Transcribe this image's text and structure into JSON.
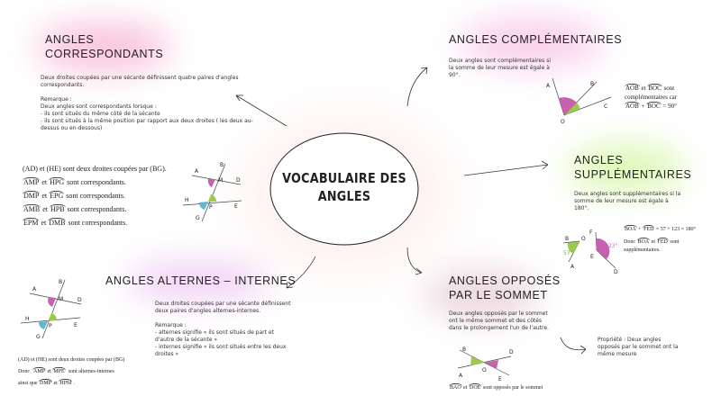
{
  "center": {
    "title_line1": "VOCABULAIRE DES",
    "title_line2": "ANGLES"
  },
  "correspondants": {
    "title_line1": "ANGLES",
    "title_line2": "CORRESPONDANTS",
    "definition": "Deux droites coupées par une sécante définissent quatre paires d'angles correspondants.",
    "remark_title": "Remarque :",
    "remark_intro": "Deux angles sont correspondants lorsque :",
    "remark_1": "- ils sont situés du même côté de la sécante",
    "remark_2": "- ils sont situés à la même position par rapport aux deux droites ( les deux au-dessus ou en-dessous)",
    "example_intro": "(AD) et (HE) sont deux droites coupées par (BG).",
    "pairs": [
      {
        "a": "AMP",
        "b": "HPG"
      },
      {
        "a": "DMP",
        "b": "EPG"
      },
      {
        "a": "AMB",
        "b": "HPB"
      },
      {
        "a": "EPM",
        "b": "DMB"
      }
    ],
    "et": "et",
    "pair_suffix": "sont correspondants.",
    "labels": [
      "A",
      "B",
      "M",
      "D",
      "H",
      "P",
      "E",
      "G"
    ]
  },
  "complementaires": {
    "title": "ANGLES COMPLÉMENTAIRES",
    "definition": "Deux angles sont complémentaires si la somme de leur mesure est égale à 90°.",
    "angle1": "AOB",
    "angle2": "BOC",
    "et": "et",
    "sont": "sont",
    "car": "complémentaires car",
    "plus": "+",
    "result": "= 90°",
    "labels": [
      "A",
      "B",
      "C",
      "O"
    ]
  },
  "supplementaires": {
    "title_line1": "ANGLES",
    "title_line2": "SUPPLÉMENTAIRES",
    "definition": "Deux angles sont supplémentaires si la somme de leur mesure est égale à 180°.",
    "angle1": "BOA",
    "angle2": "FED",
    "plus": "+",
    "sum": "= 57 + 123 = 180°",
    "donc": "Donc",
    "et": "et",
    "sont": "sont",
    "conclusion": "supplémentaires.",
    "value1": "57°",
    "value2": "123°",
    "labels": [
      "B",
      "O",
      "A",
      "F",
      "E",
      "D"
    ]
  },
  "alternes": {
    "title": "ANGLES ALTERNES – INTERNES",
    "definition": "Deux droites coupées par une sécante définissent deux paires d'angles alternes-internes.",
    "remark_title": "Remarque :",
    "remark_1": "- alternes signifie « ils sont situés de part et d'autre de la sécante »",
    "remark_2": "- internes signifie « ils sont situés entre les deux droites »",
    "example_intro": "(AD) et (HE) sont deux droites coupées par (BG)",
    "donc": "Donc",
    "angle1": "AMP",
    "et": "et",
    "angle2": "MPE",
    "suffix": "sont alternes-internes",
    "ainsi": "ainsi que",
    "angle3": "DMP",
    "angle4": "HPM",
    "end": ".",
    "labels": [
      "A",
      "B",
      "M",
      "D",
      "H",
      "P",
      "E",
      "G"
    ]
  },
  "opposes": {
    "title_line1": "ANGLES OPPOSÉS",
    "title_line2": "PAR LE SOMMET",
    "definition": "Deux angles opposés par le sommet ont le même sommet et des côtés dans le prolongement l'un de l'autre.",
    "angle1": "BAO",
    "et": "et",
    "angle2": "DOE",
    "suffix": "sont opposés par le sommet",
    "property": "Propriété : Deux angles opposés par le sommet ont la même mesure",
    "labels": [
      "B",
      "D",
      "O",
      "A",
      "E"
    ]
  },
  "colors": {
    "pink": "#c85fb0",
    "green": "#9bcb4a",
    "blue": "#5fb7d8",
    "glow_pink": "#f7b8d8",
    "glow_green": "#d4f5a8"
  }
}
